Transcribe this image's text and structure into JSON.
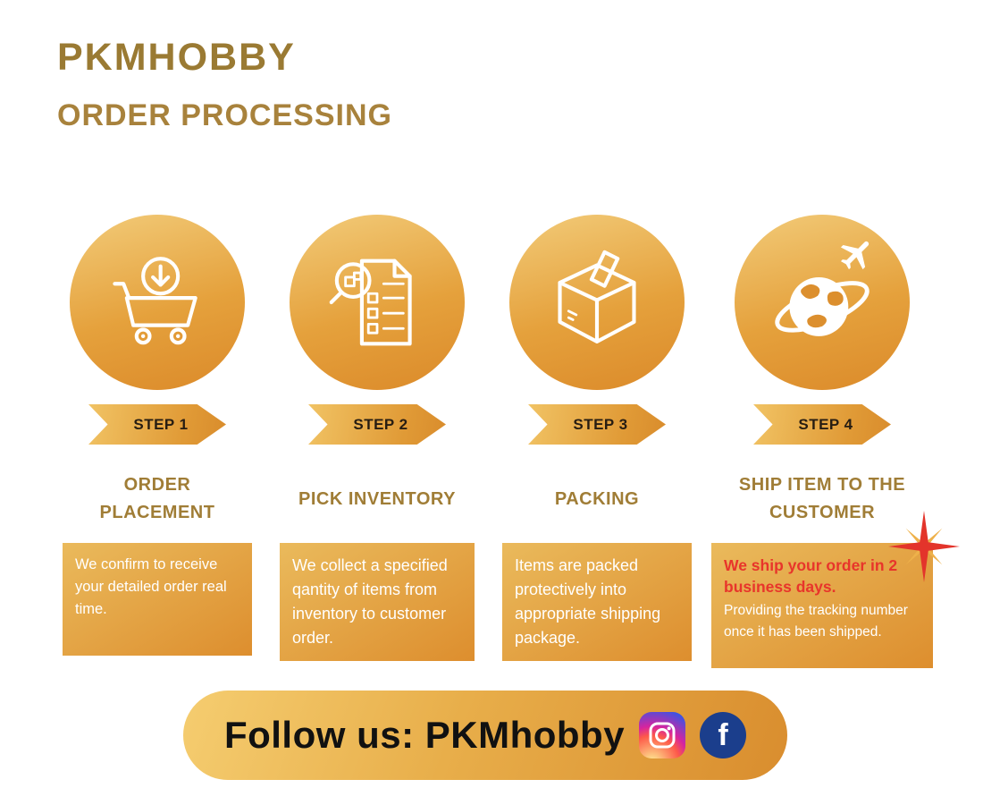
{
  "header": {
    "brand": "PKMHOBBY",
    "title": "ORDER PROCESSING"
  },
  "steps": [
    {
      "badge": "STEP 1",
      "title": "ORDER PLACEMENT",
      "description": "We confirm to receive your detailed order real time.",
      "icon": "cart-download-icon"
    },
    {
      "badge": "STEP 2",
      "title": "PICK INVENTORY",
      "description": "We collect a specified qantity of items from inventory to customer order.",
      "icon": "inventory-checklist-icon"
    },
    {
      "badge": "STEP 3",
      "title": "PACKING",
      "description": "Items are packed protectively into appropriate shipping package.",
      "icon": "packing-box-icon"
    },
    {
      "badge": "STEP 4",
      "title": "SHIP ITEM TO THE CUSTOMER",
      "description_bold": "We ship your order in 2 business days.",
      "description": "Providing the tracking number once it has been shipped.",
      "icon": "globe-airplane-icon"
    }
  ],
  "footer": {
    "label": "Follow us: PKMhobby",
    "facebook_glyph": "f",
    "icons": [
      "instagram-icon",
      "facebook-icon"
    ]
  },
  "colors": {
    "brand_text": "#9a7a33",
    "heading_text": "#a8823c",
    "gold_light": "#f2cb79",
    "gold_dark": "#d98c2c",
    "description_text": "#ffffff",
    "highlight_red": "#e8352b",
    "badge_text": "#271d12",
    "facebook_blue": "#1b3e8c"
  }
}
